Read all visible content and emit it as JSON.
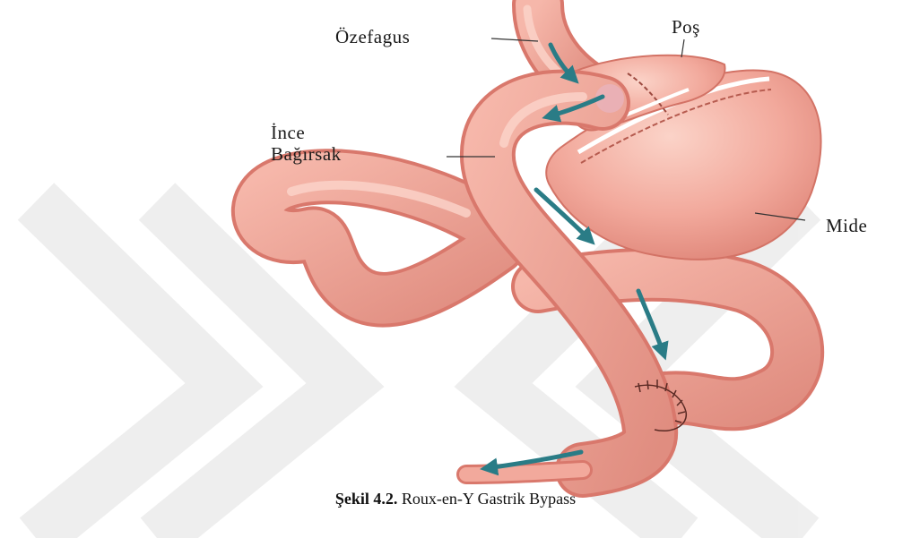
{
  "labels": {
    "esophagus": "Özefagus",
    "pouch": "Poş",
    "small_intestine_line1": "İnce",
    "small_intestine_line2": "Bağırsak",
    "stomach": "Mide"
  },
  "caption": {
    "number": "Şekil 4.2.",
    "text": "Roux-en-Y Gastrik Bypass"
  },
  "colors": {
    "tissue": "#f0a398",
    "tissue_light": "#f7c2b6",
    "tissue_dark": "#d9786c",
    "arrow": "#2a7c86",
    "watermark": "#ececec"
  }
}
